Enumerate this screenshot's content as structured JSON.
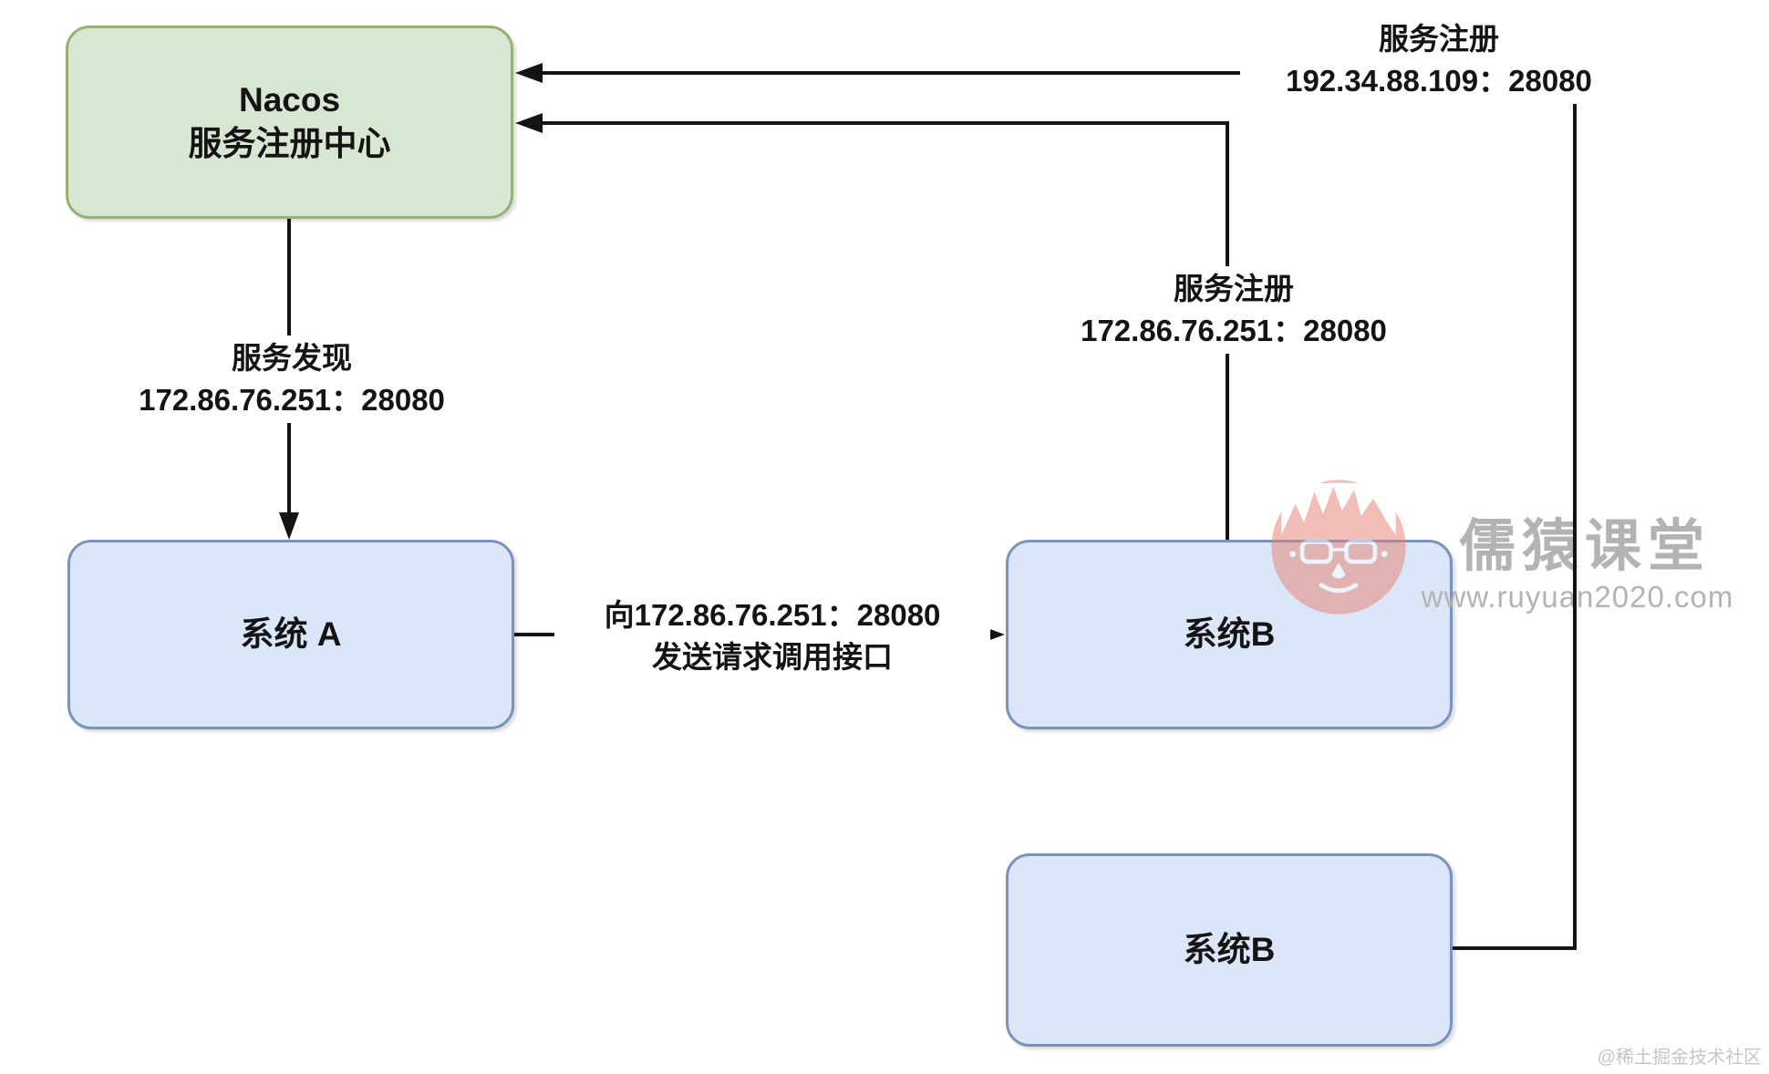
{
  "diagram": {
    "nodes": {
      "nacos": {
        "title": "Nacos",
        "subtitle": "服务注册中心"
      },
      "system_a": {
        "label": "系统 A"
      },
      "system_b_mid": {
        "label": "系统B"
      },
      "system_b_bottom": {
        "label": "系统B"
      }
    },
    "edges": {
      "discovery": {
        "action": "服务发现",
        "address": "172.86.76.251：28080"
      },
      "register_mid": {
        "action": "服务注册",
        "address": "172.86.76.251：28080"
      },
      "register_bottom": {
        "action": "服务注册",
        "address": "192.34.88.109：28080"
      },
      "invoke": {
        "line1": "向172.86.76.251：28080",
        "line2": "发送请求调用接口"
      }
    }
  },
  "watermark": {
    "brand": "儒猿课堂",
    "url": "www.ruyuan2020.com",
    "credit": "@稀土掘金技术社区"
  },
  "colors": {
    "nacos_fill": "#d8e7d1",
    "nacos_border": "#94b173",
    "system_fill": "#dbe7f8",
    "system_border": "#7b93bc",
    "connector": "#141414",
    "watermark_gray": "#b3b3b3",
    "watermark_red": "#e77e6f"
  }
}
